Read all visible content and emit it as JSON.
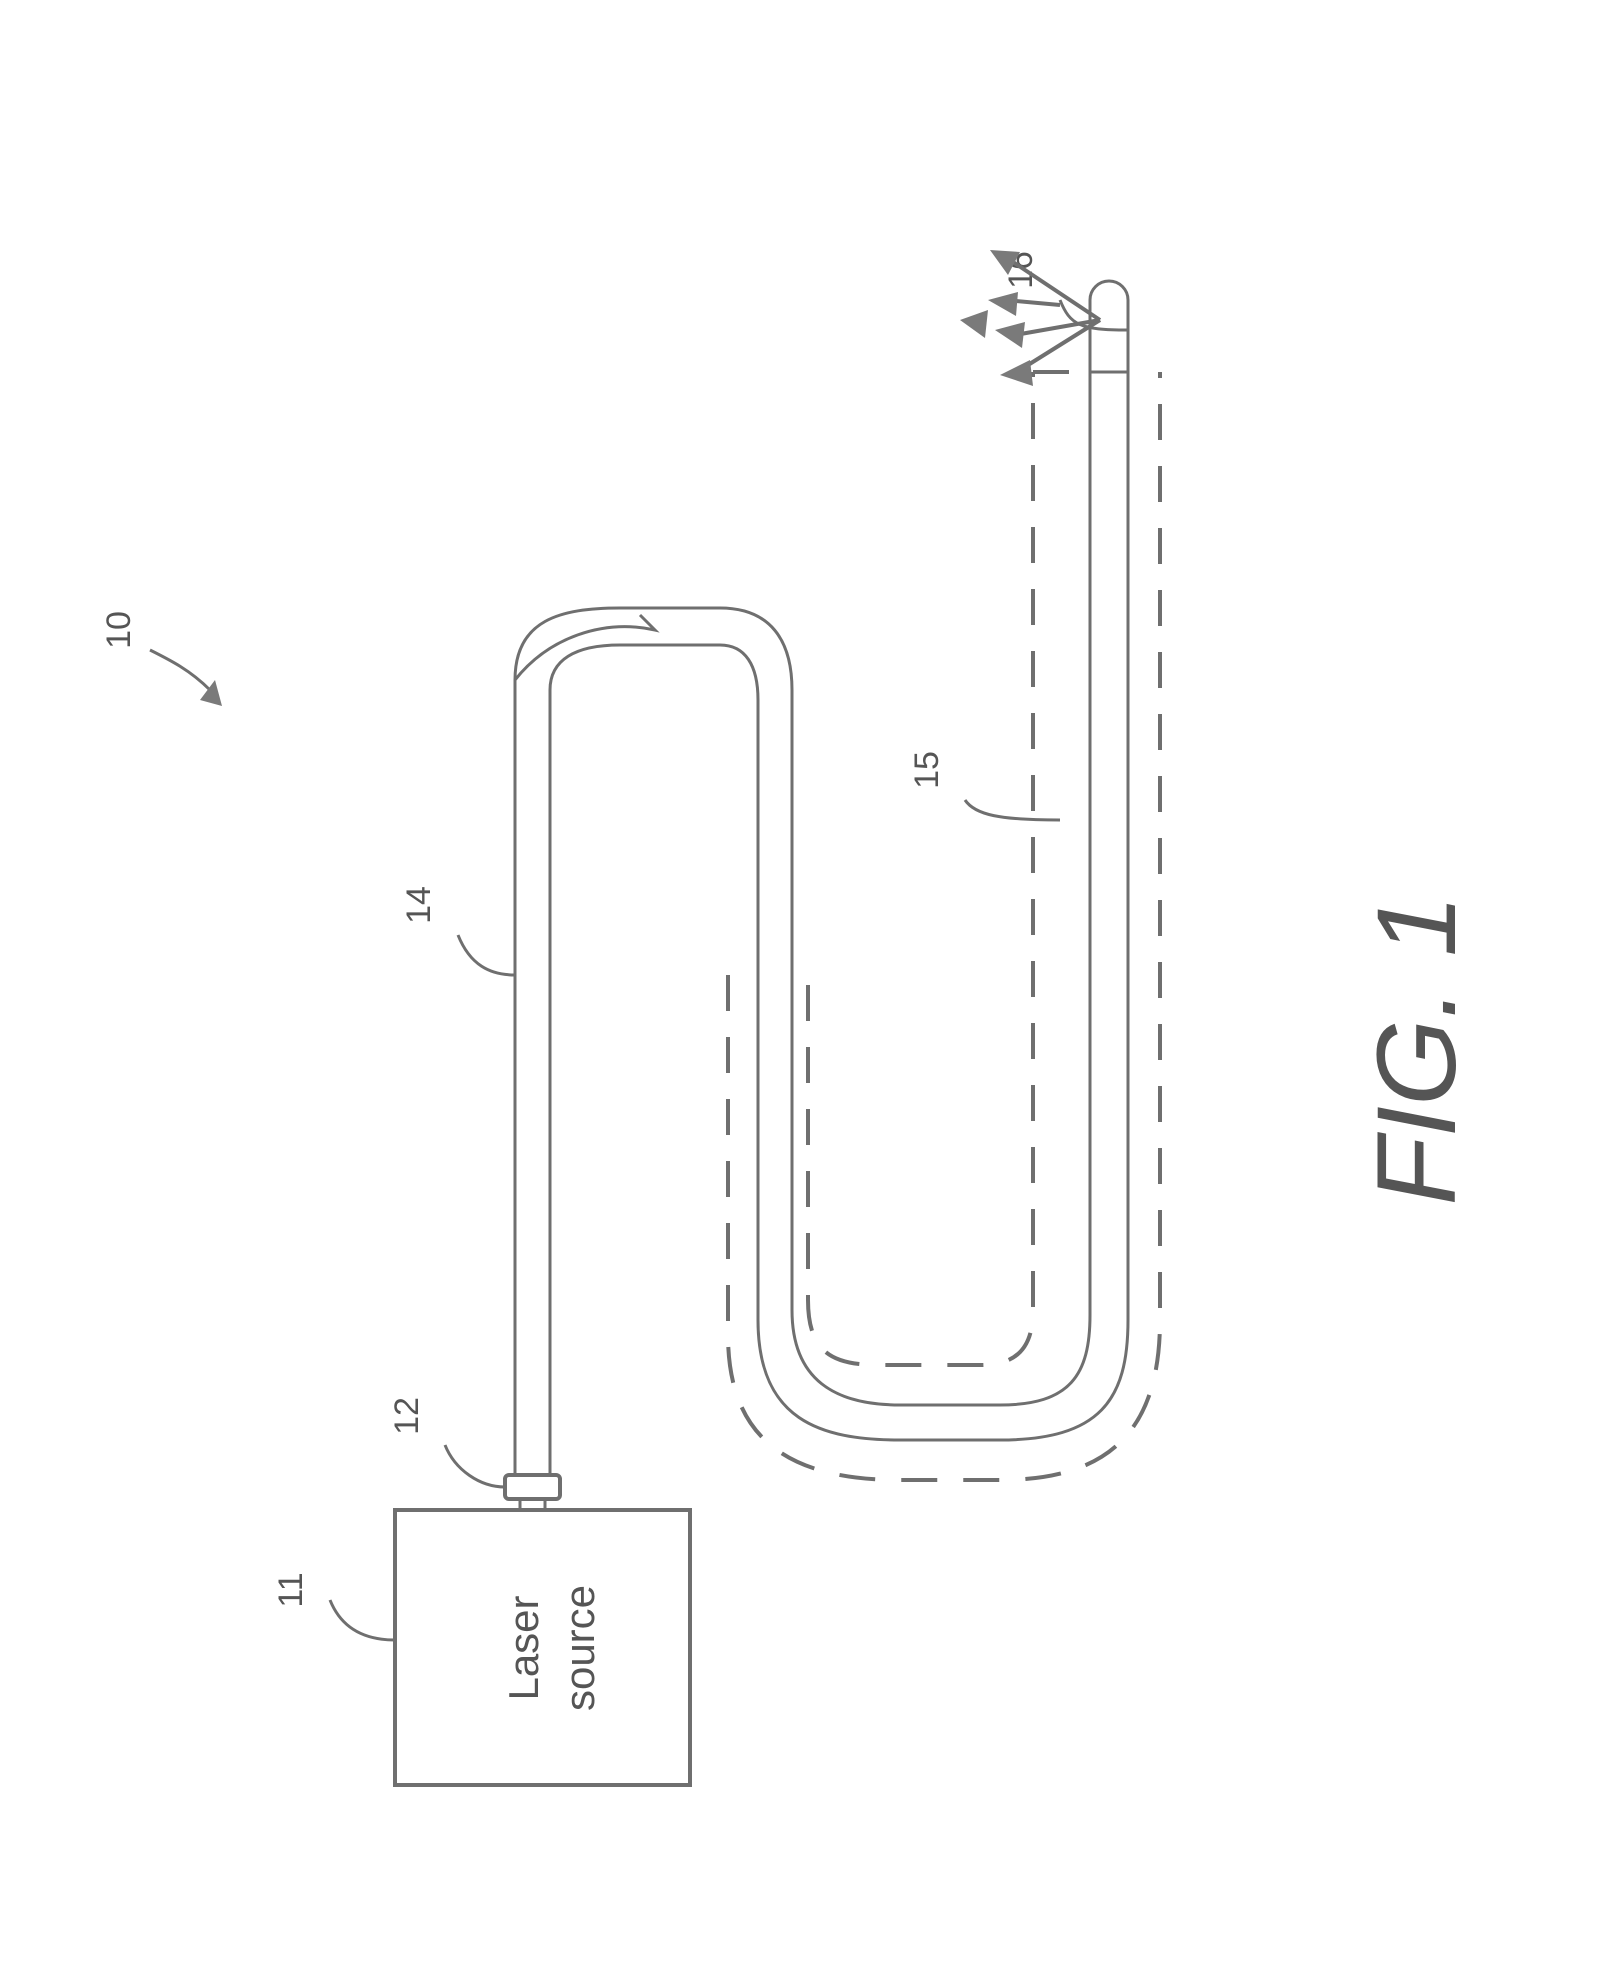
{
  "figure": {
    "title": "FIG. 1",
    "system_ref": "10"
  },
  "components": {
    "laser_source": {
      "ref": "11",
      "label_line1": "Laser",
      "label_line2": "source"
    },
    "connector": {
      "ref": "12"
    },
    "fiber": {
      "ref": "14"
    },
    "sheath": {
      "ref": "15"
    },
    "tip": {
      "ref": "16"
    }
  },
  "colors": {
    "ink": "#6f6f6f",
    "text": "#555555",
    "background": "#ffffff"
  }
}
